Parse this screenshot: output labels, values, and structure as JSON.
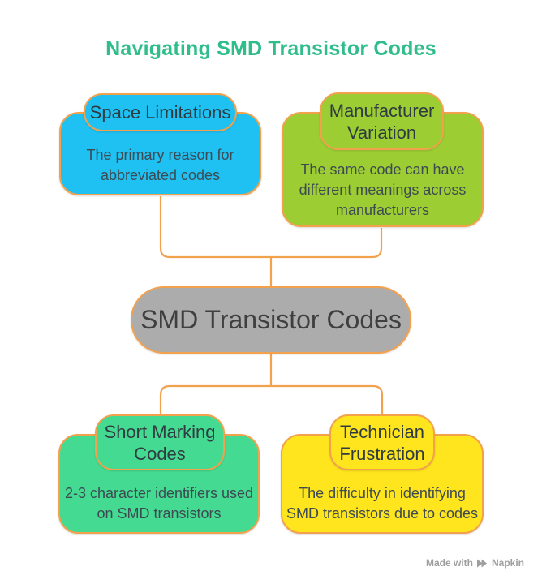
{
  "title": "Navigating SMD Transistor Codes",
  "colors": {
    "background": "#ffffff",
    "title": "#2fbe8b",
    "border": "#f2a14c",
    "connector": "#f2a14c",
    "heading_text": "#2f3b41",
    "body_text": "#3d4a52",
    "center_text": "#3f3f3f",
    "watermark": "#9e9e9e"
  },
  "center": {
    "label": "SMD Transistor Codes",
    "fill": "#acacac"
  },
  "nodes": [
    {
      "id": "space-limitations",
      "title": "Space Limitations",
      "description": "The primary reason for abbreviated codes",
      "fill": "#1fc1f2"
    },
    {
      "id": "manufacturer-variation",
      "title": "Manufacturer Variation",
      "description": "The same code can have different meanings across manufacturers",
      "fill": "#9ccd33"
    },
    {
      "id": "short-marking-codes",
      "title": "Short Marking Codes",
      "description": "2-3 character identifiers used on SMD transistors",
      "fill": "#45da92"
    },
    {
      "id": "technician-frustration",
      "title": "Technician Frustration",
      "description": "The difficulty in identifying SMD transistors due to codes",
      "fill": "#ffe51d"
    }
  ],
  "watermark": {
    "prefix": "Made with",
    "brand": "Napkin"
  }
}
